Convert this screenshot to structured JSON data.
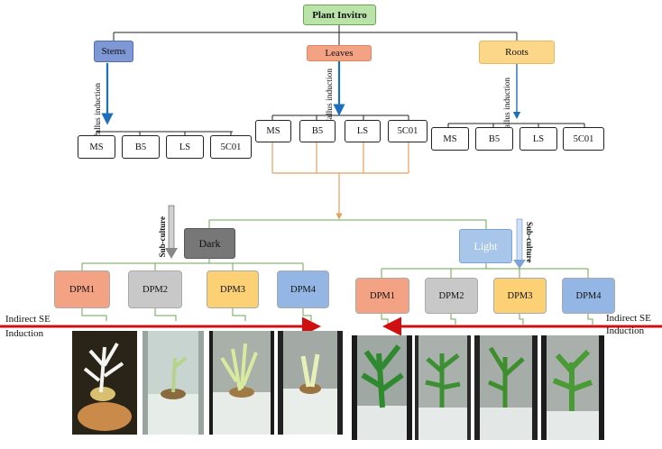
{
  "root": {
    "label": "Plant Invitro",
    "color": "#b9e3a9"
  },
  "explants": [
    {
      "label": "Stems",
      "color": "#7e98d6"
    },
    {
      "label": "Leaves",
      "color": "#f4a284"
    },
    {
      "label": "Roots",
      "color": "#fcd689"
    }
  ],
  "callus_label": "Callus induction",
  "media": [
    "MS",
    "B5",
    "LS",
    "5C01"
  ],
  "conditions": [
    {
      "label": "Dark",
      "color": "#777777"
    },
    {
      "label": "Light",
      "color": "#a8c6ea"
    }
  ],
  "subculture_label": "Sub-culture",
  "dpm": [
    {
      "label": "DPM1",
      "color": "#f4a284"
    },
    {
      "label": "DPM2",
      "color": "#c8c8c8"
    },
    {
      "label": "DPM3",
      "color": "#fcd176"
    },
    {
      "label": "DPM4",
      "color": "#94b6e4"
    }
  ],
  "indirect_se": {
    "line1": "Indirect SE",
    "line2": "Induction"
  },
  "colors": {
    "tree_line": "#222222",
    "callus_arrow": "#1c6fb8",
    "orange_line": "#e4a15c",
    "red_arrow": "#d01010",
    "green_branch": "#6aa84f"
  }
}
